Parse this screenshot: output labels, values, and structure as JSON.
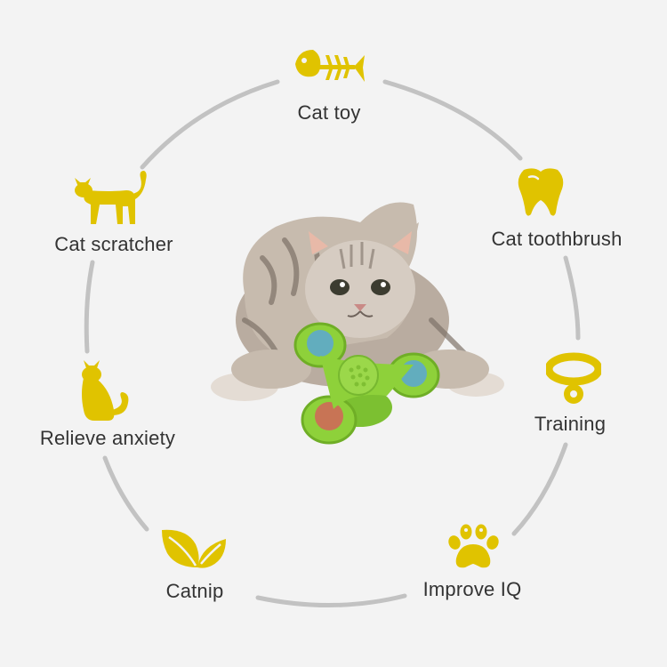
{
  "colors": {
    "background": "#f3f3f3",
    "ring": "#c2c2c2",
    "icon": "#e0c300",
    "text": "#333333",
    "toy_green": "#8ed13a"
  },
  "features": [
    {
      "label": "Cat toy",
      "icon": "fish-bone-icon"
    },
    {
      "label": "Cat toothbrush",
      "icon": "tooth-icon"
    },
    {
      "label": "Training",
      "icon": "collar-icon"
    },
    {
      "label": "Improve IQ",
      "icon": "paw-icon"
    },
    {
      "label": "Catnip",
      "icon": "leaf-icon"
    },
    {
      "label": "Relieve anxiety",
      "icon": "sitting-cat-icon"
    },
    {
      "label": "Cat scratcher",
      "icon": "standing-cat-icon"
    }
  ],
  "center_image": "kitten-with-windmill-toy"
}
